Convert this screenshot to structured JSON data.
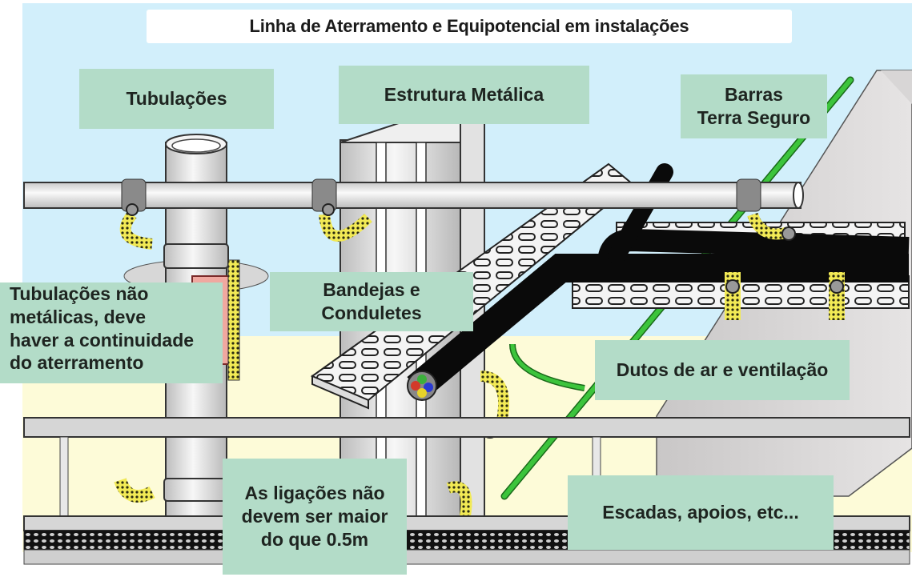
{
  "title": "Linha de Aterramento e Equipotencial em instalações",
  "labels": {
    "tubulacoes": "Tubulações",
    "estrutura": "Estrutura Metálica",
    "barras_l1": "Barras",
    "barras_l2": "Terra Seguro",
    "nao_metalicas_l1": "Tubulações não",
    "nao_metalicas_l2": "metálicas, deve",
    "nao_metalicas_l3": "haver a continuidade",
    "nao_metalicas_l4": "do aterramento",
    "bandejas_l1": "Bandejas e",
    "bandejas_l2": "Conduletes",
    "dutos": "Dutos de ar e ventilação",
    "ligacoes_l1": "As ligações não",
    "ligacoes_l2": "devem ser maior",
    "ligacoes_l3": "do que 0.5m",
    "escadas": "Escadas, apoios, etc..."
  },
  "colors": {
    "sky": "#d2effb",
    "floor": "#fdfbd8",
    "label_bg": "#b3dcc8",
    "ground_wire": "#3cc43c",
    "braid": "#e8e04a",
    "metal": "#e2e2e2",
    "cable": "#0a0a0a",
    "insulator": "#f0a8a0"
  },
  "cable_conductors": [
    "green",
    "red",
    "blue",
    "yellow"
  ]
}
